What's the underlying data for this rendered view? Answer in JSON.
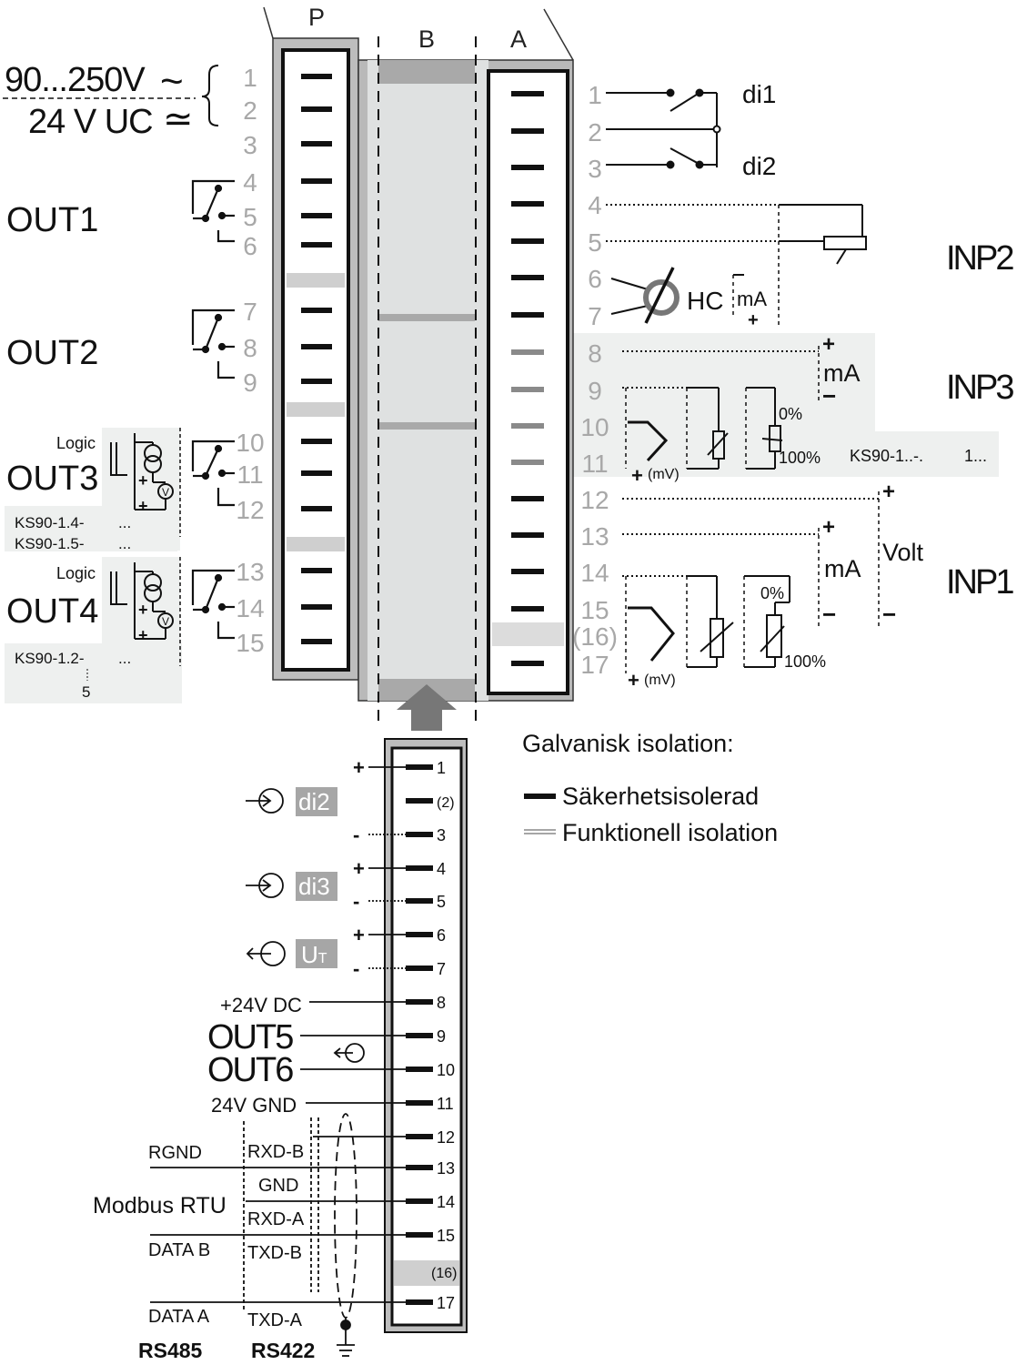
{
  "columns": {
    "p": "P",
    "b": "B",
    "a": "A"
  },
  "supply": {
    "ac": "90...250V",
    "ac_sym": "~",
    "dc": "24 V UC",
    "dc_sym": "≃"
  },
  "p_terminals": [
    "1",
    "2",
    "3",
    "4",
    "5",
    "6",
    "7",
    "8",
    "9",
    "10",
    "11",
    "12",
    "13",
    "14",
    "15"
  ],
  "a_terminals": [
    "1",
    "2",
    "3",
    "4",
    "5",
    "6",
    "7",
    "8",
    "9",
    "10",
    "11",
    "12",
    "13",
    "14",
    "15",
    "(16)",
    "17"
  ],
  "outputs": {
    "out1": "OUT1",
    "out2": "OUT2",
    "out3": "OUT3",
    "out4": "OUT4",
    "logic": "Logic",
    "v": "V",
    "plus": "+"
  },
  "models": {
    "out3_a": "KS90-1.4-",
    "out3_a2": "...",
    "out3_b": "KS90-1.5-",
    "out3_b2": "...",
    "out4_a": "KS90-1.2-",
    "out4_a2": "...",
    "out4_b": "5",
    "inp3": "KS90-1..-.",
    "inp3_2": "1..."
  },
  "inputs": {
    "di1": "di1",
    "di2": "di2",
    "inp2": "INP2",
    "inp3": "INP3",
    "inp1": "INP1",
    "hc": "HC",
    "ma": "mA",
    "volt": "Volt",
    "mv": "(mV)",
    "pct0": "0%",
    "pct100": "100%",
    "plus": "+",
    "minus": "−"
  },
  "b_terminals": [
    "1",
    "(2)",
    "3",
    "4",
    "5",
    "6",
    "7",
    "8",
    "9",
    "10",
    "11",
    "12",
    "13",
    "14",
    "15",
    "(16)",
    "17"
  ],
  "b_signs": [
    "+",
    "-",
    "+",
    "-",
    "+",
    "-"
  ],
  "b_labels": {
    "di2": "di2",
    "di3": "di3",
    "ut": "U",
    "ut_sub": "T",
    "dc24": "+24V DC",
    "out5": "OUT5",
    "out6": "OUT6",
    "gnd24": "24V GND",
    "rgnd": "RGND",
    "modbus": "Modbus RTU",
    "datab": "DATA B",
    "dataa": "DATA A",
    "rxdb": "RXD-B",
    "gnd": "GND",
    "rxda": "RXD-A",
    "txdb": "TXD-B",
    "txda": "TXD-A",
    "rs485": "RS485",
    "rs422": "RS422"
  },
  "legend": {
    "title": "Galvanisk isolation:",
    "safety": "Säkerhetsisolerad",
    "functional": "Funktionell isolation"
  }
}
